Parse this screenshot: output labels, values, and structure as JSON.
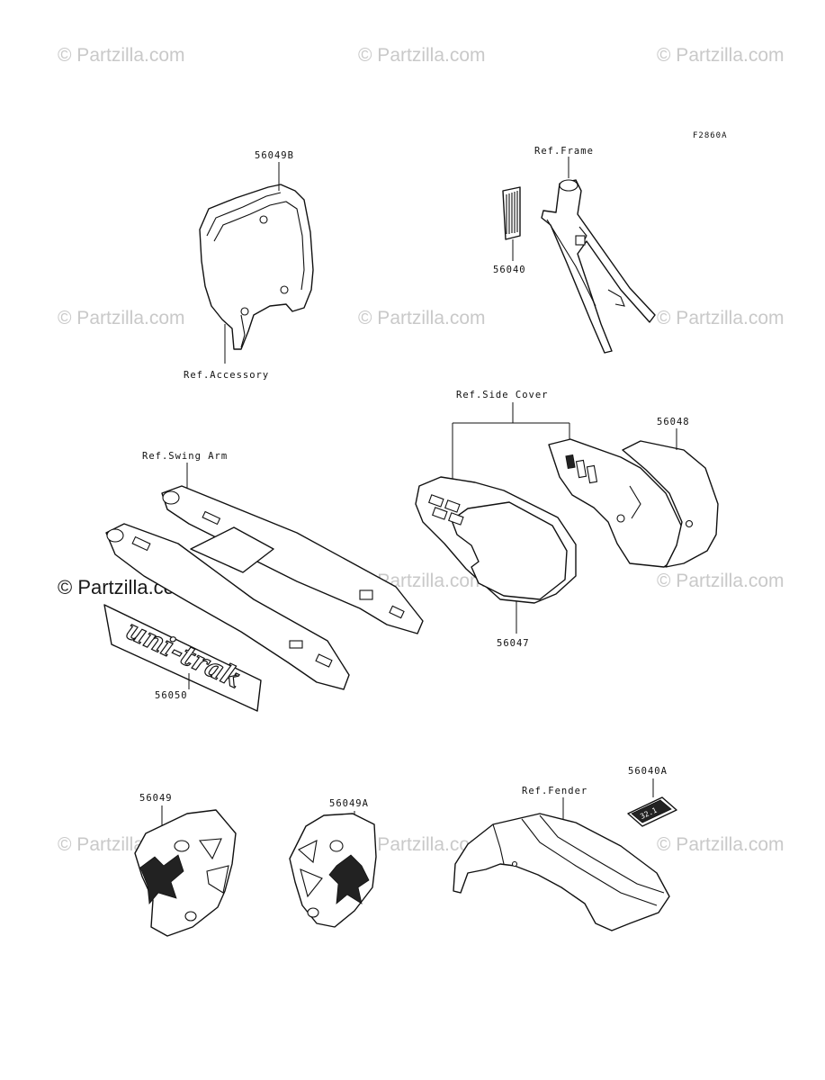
{
  "figure_code": "F2860A",
  "watermark": {
    "faint": "© Partzilla.com",
    "strong": "© Partzilla.com"
  },
  "decal_text": {
    "swing_arm_decal": "uni-trak",
    "label_plate": "32.1"
  },
  "labels": {
    "p56049B": "56049B",
    "ref_accessory": "Ref.Accessory",
    "ref_frame": "Ref.Frame",
    "p56040": "56040",
    "ref_side_cover": "Ref.Side Cover",
    "p56048": "56048",
    "p56047": "56047",
    "ref_swing_arm": "Ref.Swing Arm",
    "p56050": "56050",
    "p56049": "56049",
    "p56049A": "56049A",
    "ref_fender": "Ref.Fender",
    "p56040A": "56040A"
  }
}
